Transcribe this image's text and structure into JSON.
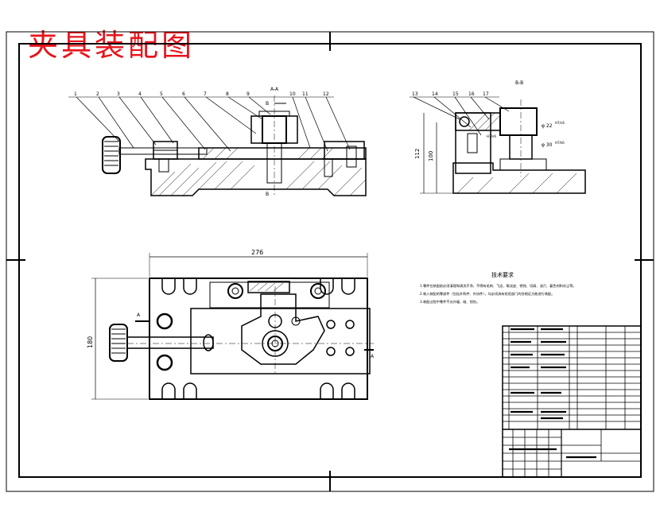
{
  "drawing": {
    "title": "夹具装配图",
    "title_color": "#e8141b",
    "line_color": "#000000"
  },
  "front_view": {
    "section_marks": [
      "A-A",
      "B",
      "B"
    ],
    "leader_numbers": [
      "1",
      "2",
      "3",
      "4",
      "5",
      "6",
      "7",
      "8",
      "9",
      "10",
      "11",
      "12"
    ]
  },
  "side_view": {
    "section_label": "B-B",
    "leader_numbers": [
      "13",
      "14",
      "15",
      "16",
      "17"
    ],
    "dim_overall_height": "112",
    "dim_inner_height": "100",
    "dim_bore_1": "φ 22",
    "dim_bore_2": "φ 30",
    "fit_1": "H7/n6",
    "fit_2": "H7/k6",
    "fit_3": "H7/n6"
  },
  "plan_view": {
    "dim_width": "276",
    "dim_height": "180",
    "section_marks": [
      "A",
      "A"
    ]
  },
  "tech_requirements": {
    "heading": "技术要求",
    "items": [
      "1.零件在装配前必须清理和清洗干净，不得有毛刺、飞边、氧化皮、锈蚀、切屑、油污、着色剂和灰尘等。",
      "2.装入装配的零部件（包括外购件、外协件），均必须具有检验部门的合格证方能进行装配。",
      "3.装配过程中零件不允许磕、碰、划伤。"
    ]
  }
}
